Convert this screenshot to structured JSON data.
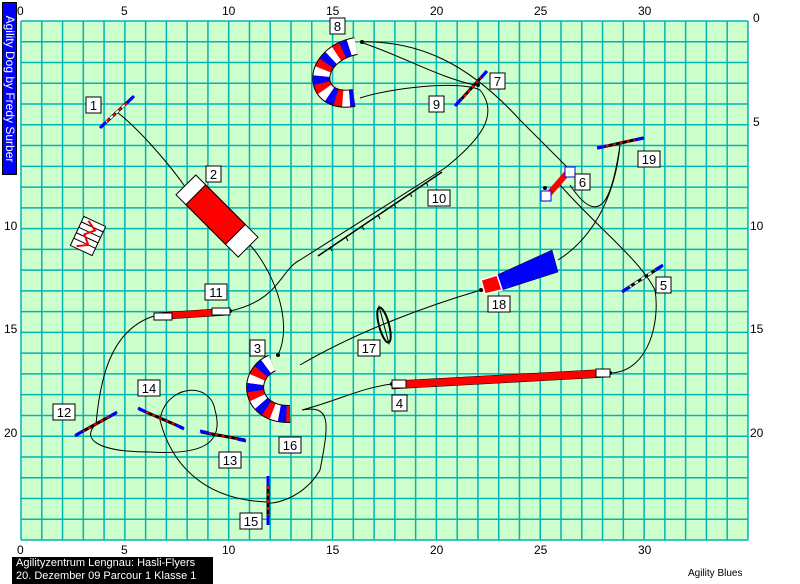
{
  "banner": {
    "text": "Agility Dog by Fredy Surber"
  },
  "footer": {
    "line1": "Agilityzentrum Lengnau:  Hasli-Flyers",
    "line2": "20. Dezember 09  Parcour 1 Klasse 1"
  },
  "brand": "Agility Blues",
  "axes": {
    "x_ticks": [
      "0",
      "5",
      "10",
      "15",
      "20",
      "25",
      "30"
    ],
    "y_ticks": [
      "0",
      "5",
      "10",
      "15",
      "20"
    ]
  },
  "obstacles": {
    "n1": "1",
    "n2": "2",
    "n3": "3",
    "n4": "4",
    "n5": "5",
    "n6": "6",
    "n7": "7",
    "n8": "8",
    "n9": "9",
    "n10": "10",
    "n11": "11",
    "n12": "12",
    "n13": "13",
    "n14": "14",
    "n15": "15",
    "n16": "16",
    "n17": "17",
    "n18": "18",
    "n19": "19"
  },
  "colors": {
    "field": "#ccffcc",
    "grid": "#00b4b4",
    "red": "#ff0000",
    "blue": "#0000ff"
  }
}
